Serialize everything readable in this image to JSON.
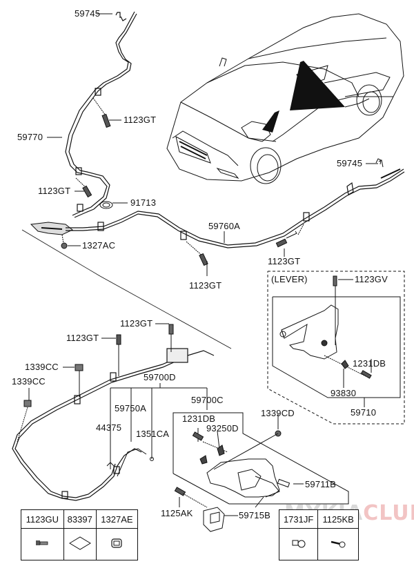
{
  "diagram": {
    "title": "Parking brake cable and lever assembly",
    "vehicle_illustration": "sedan-isometric-view",
    "labels": {
      "p59745_top": "59745",
      "p1123GT_a": "1123GT",
      "p59770": "59770",
      "p1123GT_b": "1123GT",
      "p91713": "91713",
      "p1327AC": "1327AC",
      "p59760A": "59760A",
      "p59745_right": "59745",
      "p1123GT_c": "1123GT",
      "p1123GT_d": "1123GT",
      "lever_title": "(LEVER)",
      "p1123GV": "1123GV",
      "p1231DB_lever": "1231DB",
      "p93830": "93830",
      "p59710": "59710",
      "p1123GT_e": "1123GT",
      "p1123GT_f": "1123GT",
      "p1339CC_a": "1339CC",
      "p1339CC_b": "1339CC",
      "p59700D": "59700D",
      "p59750A": "59750A",
      "p44375": "44375",
      "p1351CA": "1351CA",
      "p59700C": "59700C",
      "p1231DB_pedal": "1231DB",
      "p93250D": "93250D",
      "p1339CD": "1339CD",
      "p59711B": "59711B",
      "p1125AK": "1125AK",
      "p59715B": "59715B"
    },
    "legend_left": {
      "headers": [
        "1123GU",
        "83397",
        "1327AE"
      ],
      "icons": [
        "bolt-icon",
        "diamond-pad-icon",
        "nut-icon"
      ]
    },
    "legend_right": {
      "headers": [
        "1731JF",
        "1125KB"
      ],
      "icons": [
        "plug-icon",
        "screw-icon"
      ]
    },
    "watermark": {
      "part1": "MYKIA",
      "part2": "CLUB"
    }
  }
}
